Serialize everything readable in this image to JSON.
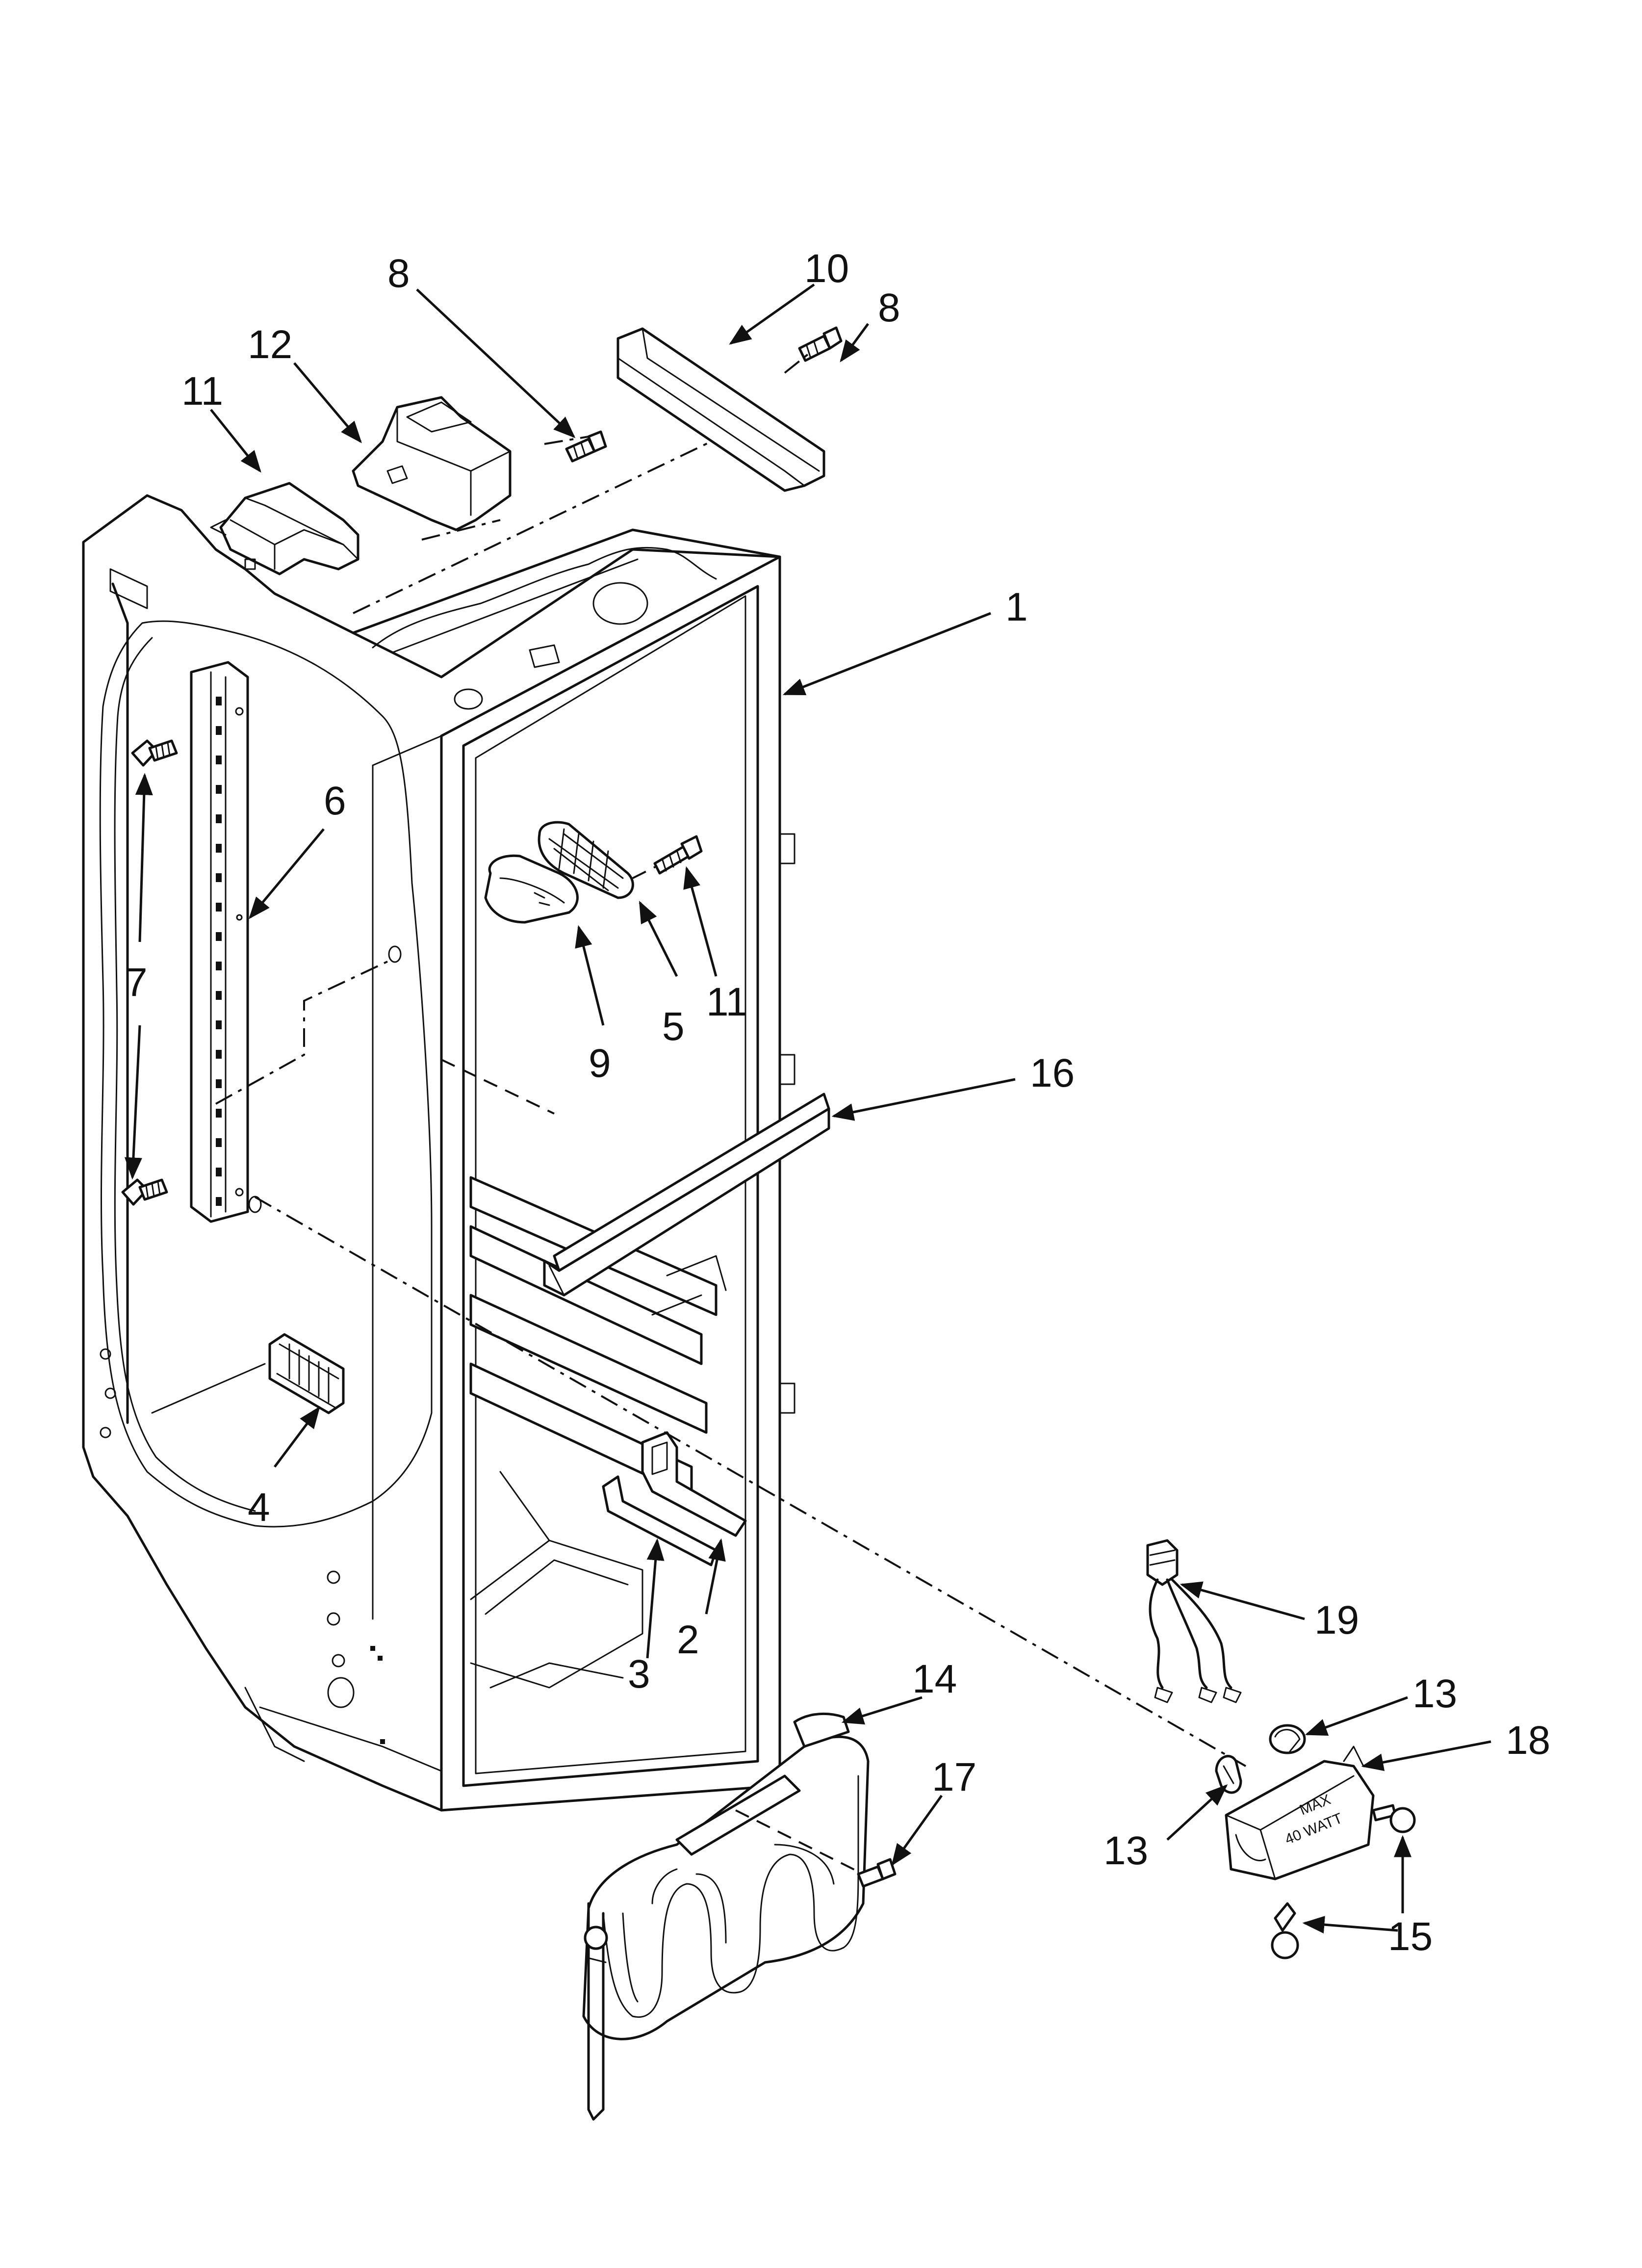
{
  "diagram": {
    "callouts": [
      {
        "id": "1",
        "text": "1"
      },
      {
        "id": "2",
        "text": "2"
      },
      {
        "id": "3",
        "text": "3"
      },
      {
        "id": "4",
        "text": "4"
      },
      {
        "id": "5",
        "text": "5"
      },
      {
        "id": "6",
        "text": "6"
      },
      {
        "id": "7",
        "text": "7"
      },
      {
        "id": "8a",
        "text": "8"
      },
      {
        "id": "8b",
        "text": "8"
      },
      {
        "id": "9",
        "text": "9"
      },
      {
        "id": "10",
        "text": "10"
      },
      {
        "id": "11a",
        "text": "11"
      },
      {
        "id": "11b",
        "text": "11"
      },
      {
        "id": "12",
        "text": "12"
      },
      {
        "id": "13a",
        "text": "13"
      },
      {
        "id": "13b",
        "text": "13"
      },
      {
        "id": "14",
        "text": "14"
      },
      {
        "id": "15",
        "text": "15"
      },
      {
        "id": "16",
        "text": "16"
      },
      {
        "id": "17",
        "text": "17"
      },
      {
        "id": "18",
        "text": "18"
      },
      {
        "id": "19",
        "text": "19"
      }
    ],
    "housing_text_1": "MAX",
    "housing_text_2": "40 WATT"
  }
}
